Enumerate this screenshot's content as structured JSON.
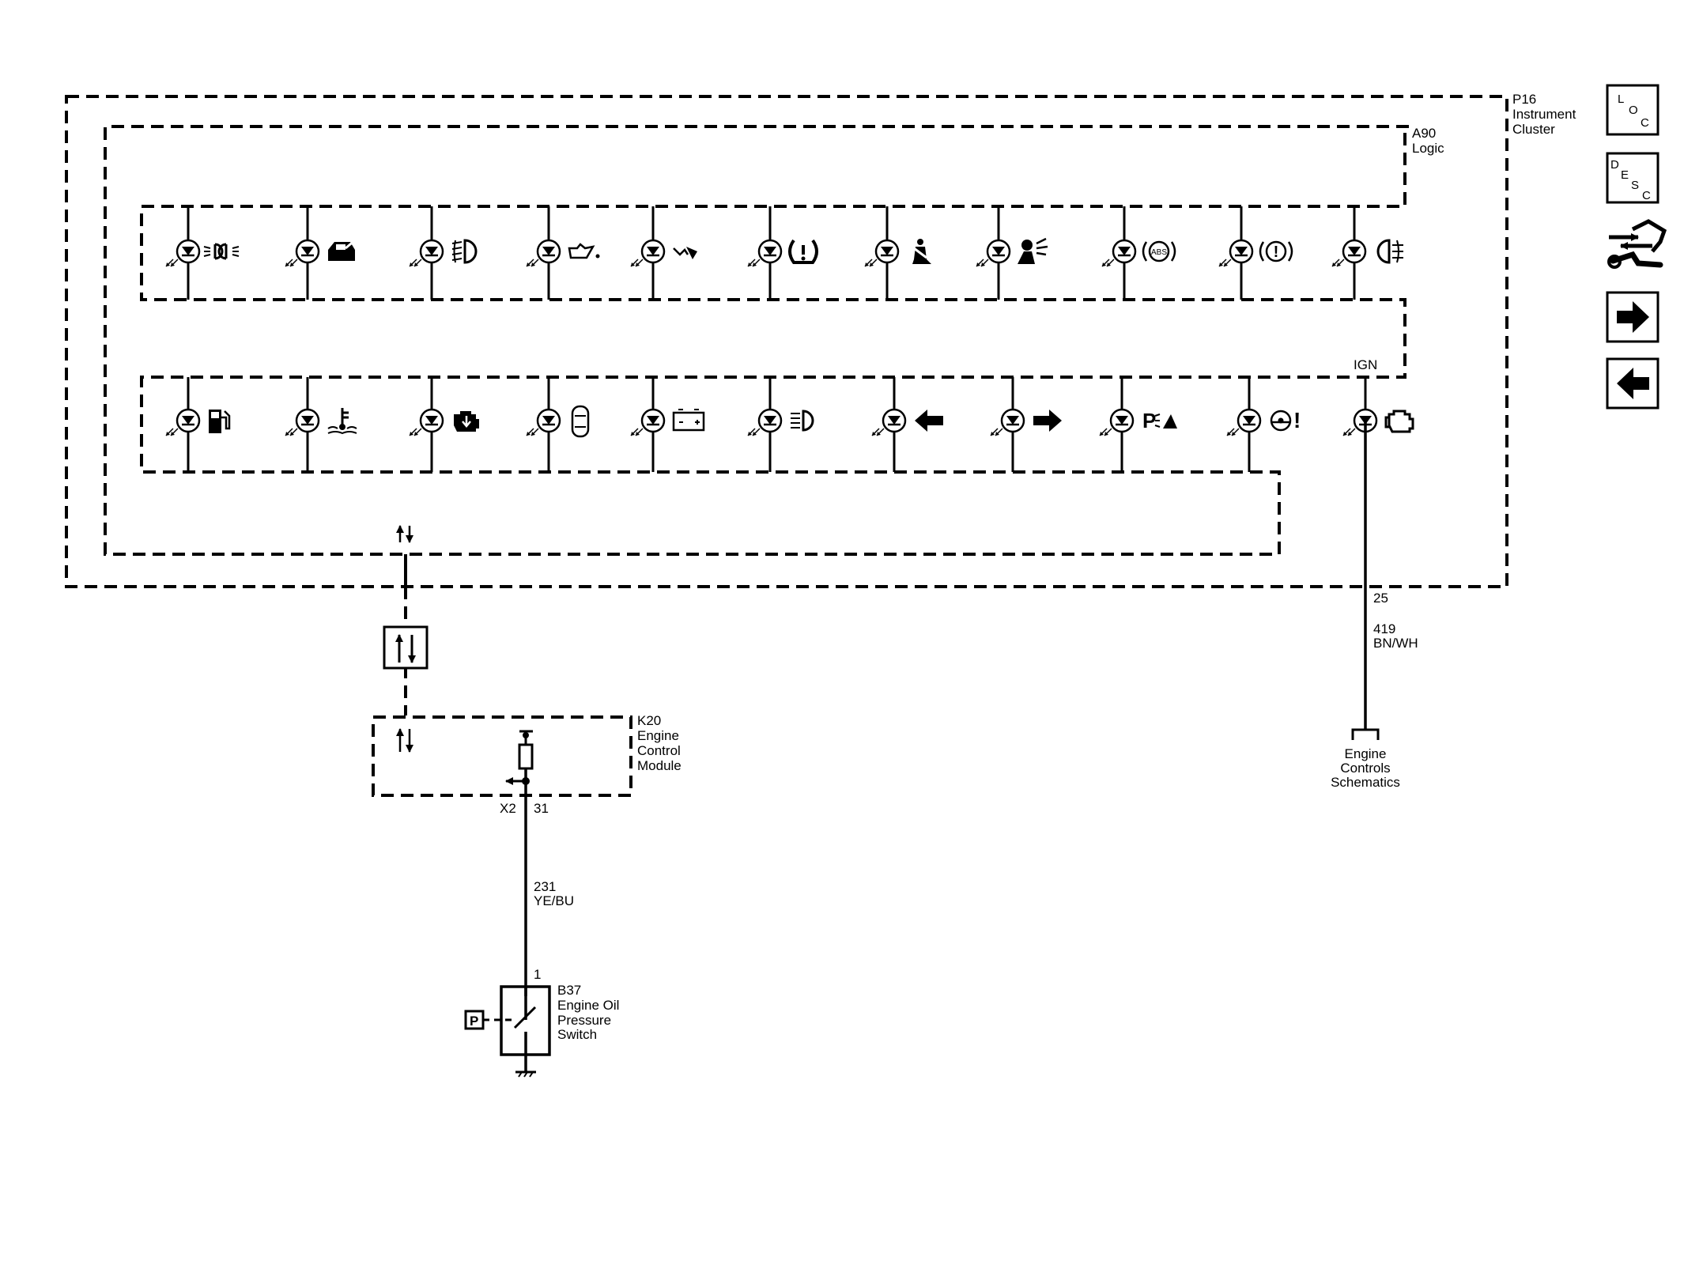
{
  "instrument_cluster": {
    "ref": "P16",
    "name_line1": "Instrument",
    "name_line2": "Cluster",
    "logic": {
      "ref": "A90",
      "name": "Logic"
    },
    "ign_label": "IGN",
    "pin": "25",
    "circuit": "419",
    "wire_color": "BN/WH",
    "row1_indicators": [
      "side-marker-lamps-icon",
      "door-ajar-icon",
      "front-fog-lamp-icon",
      "oil-pressure-icon",
      "washer-fluid-icon",
      "tire-pressure-icon",
      "seat-belt-icon",
      "airbag-icon",
      "abs-icon",
      "brake-warning-icon",
      "rear-fog-lamp-icon"
    ],
    "row2_indicators": [
      "low-fuel-icon",
      "coolant-temperature-icon",
      "malfunction-indicator-icon",
      "security-vehicle-icon",
      "battery-charge-icon",
      "high-beam-icon",
      "left-turn-signal-icon",
      "right-turn-signal-icon",
      "park-assist-icon",
      "power-steering-warning-icon",
      "ignition-engine-icon"
    ],
    "abs_text": "ABS",
    "brake_text": "!",
    "steering_text": "!",
    "park_text": "P"
  },
  "ecm": {
    "ref": "K20",
    "name_line1": "Engine",
    "name_line2": "Control",
    "name_line3": "Module",
    "connector": "X2",
    "pin": "31",
    "circuit": "231",
    "wire_color": "YE/BU"
  },
  "engine_controls_link": {
    "line1": "Engine",
    "line2": "Controls",
    "line3": "Schematics"
  },
  "oil_switch": {
    "ref": "B37",
    "name_line1": "Engine Oil",
    "name_line2": "Pressure",
    "name_line3": "Switch",
    "pin": "1",
    "pressure_symbol": "P"
  },
  "navigation": {
    "loc": [
      "L",
      "O",
      "C"
    ],
    "desc": [
      "D",
      "E",
      "S",
      "C"
    ],
    "service_icon": "service-info-icon",
    "next_icon": "arrow-right-icon",
    "prev_icon": "arrow-left-icon"
  },
  "colors": {
    "line": "#000000",
    "background": "#ffffff"
  }
}
